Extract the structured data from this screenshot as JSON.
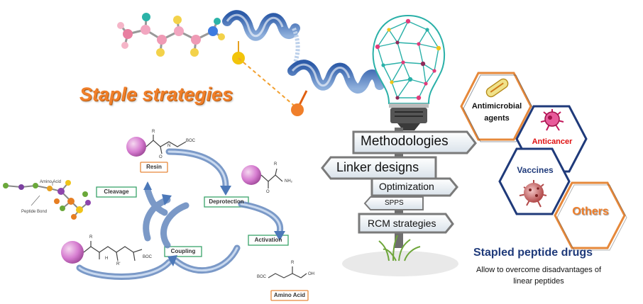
{
  "title_staple": "Staple strategies",
  "signpost": [
    "Methodologies",
    "Linker designs",
    "Optimization",
    "SPPS",
    "RCM strategies"
  ],
  "applications": {
    "antimicrobial": "Antimicrobial agents",
    "anticancer": "Anticancer",
    "vaccines": "Vaccines",
    "others": "Others"
  },
  "stapled": {
    "title": "Stapled peptide drugs",
    "subtitle": "Allow to overcome disadvantages of linear peptides"
  },
  "spps_cycle": {
    "resin": "Resin",
    "deprotection": "Deprotection",
    "activation": "Activation",
    "coupling": "Coupling",
    "cleavage": "Cleavage",
    "amino_acid_box": "Amino Acid",
    "amino_acid_note": "Amino Acid",
    "peptide_bond": "Peptide Bond",
    "boc": "BOC",
    "nh2": "NH₂",
    "oh": "OH",
    "r": "R",
    "r_prime": "R'",
    "n_h": "N",
    "h": "H",
    "o": "O"
  },
  "colors": {
    "orange": "#f07f2a",
    "navy": "#1f3a7a",
    "red": "#e01010",
    "hex_border": "#e6883a",
    "bulb_teal": "#2ab0a8",
    "box_green": "#3aa36a"
  }
}
